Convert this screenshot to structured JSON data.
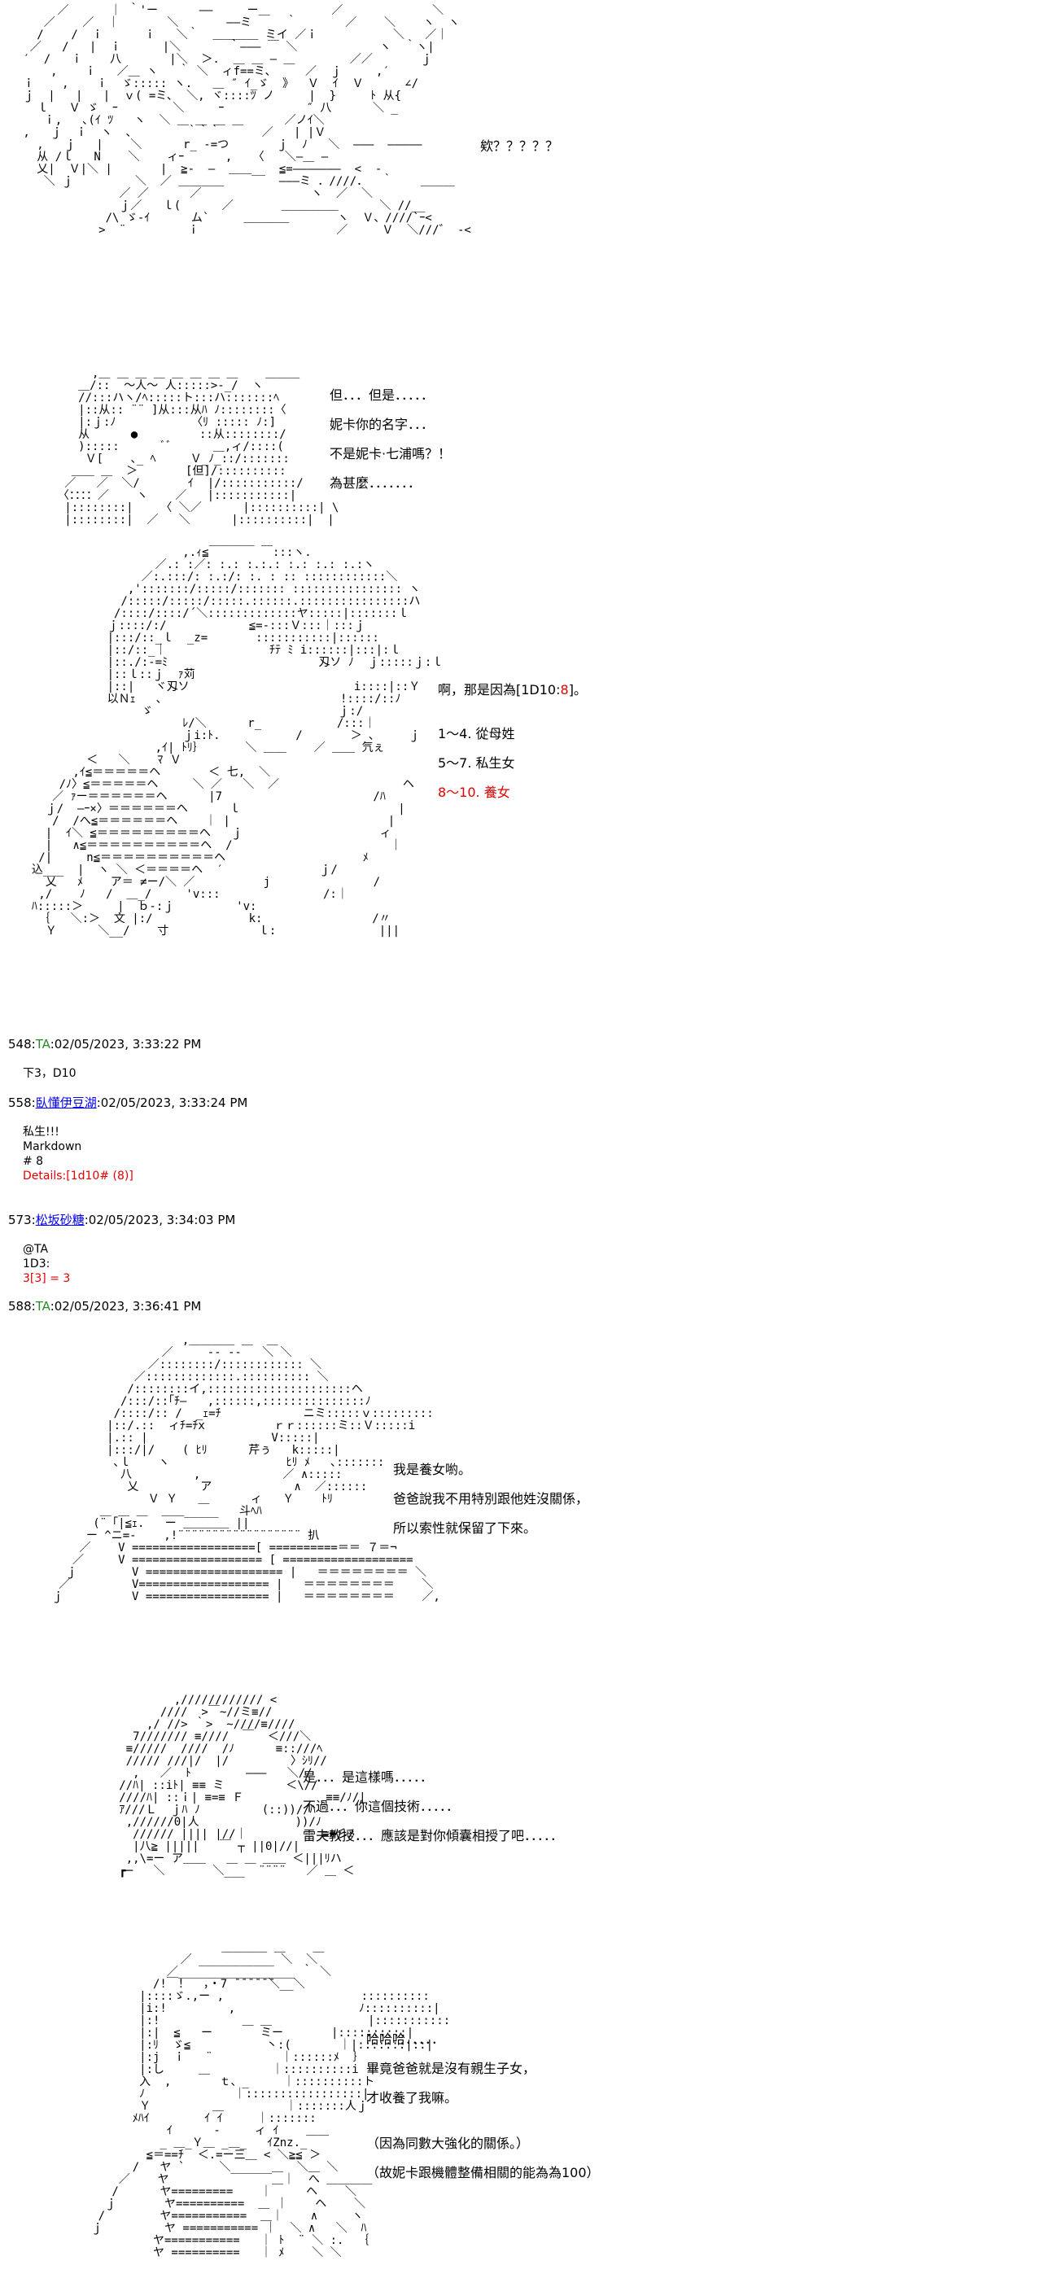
{
  "scene1": {
    "speech": "欸？？？？？"
  },
  "scene2": {
    "lines": [
      "但．．．但是．．．．．",
      "妮卡你的名字．．．",
      "不是妮卡·七浦嗎？！",
      "為甚麼．．．．．．．"
    ]
  },
  "scene3": {
    "line1_prefix": "啊，那是因為[1D10:",
    "line1_value": "8",
    "line1_suffix": "]。",
    "options": [
      {
        "text": "1～4. 從母姓",
        "highlight": false
      },
      {
        "text": "5～7. 私生女",
        "highlight": false
      },
      {
        "text": "8～10. 養女",
        "highlight": true
      }
    ]
  },
  "posts": [
    {
      "number": "548:",
      "name": "TA",
      "name_style": "green",
      "timestamp": ":02/05/2023, 3:33:22 PM",
      "body": [
        {
          "text": "下3，D10",
          "red": false
        }
      ]
    },
    {
      "number": "558:",
      "name": "臥懂伊豆湖",
      "name_style": "link",
      "timestamp": ":02/05/2023, 3:33:24 PM",
      "body": [
        {
          "text": "私生!!!",
          "red": false
        },
        {
          "text": "Markdown",
          "red": false
        },
        {
          "text": "# 8",
          "red": false
        },
        {
          "text": "Details:[1d10# (8)]",
          "red": true
        }
      ]
    },
    {
      "number": "573:",
      "name": "松坂砂糖",
      "name_style": "link",
      "timestamp": ":02/05/2023, 3:34:03 PM",
      "body": [
        {
          "text": "@TA",
          "red": false
        },
        {
          "text": "1D3:",
          "red": false
        },
        {
          "text": "3[3] = 3",
          "red": true
        }
      ]
    },
    {
      "number": "588:",
      "name": "TA",
      "name_style": "green",
      "timestamp": ":02/05/2023, 3:36:41 PM",
      "body": []
    }
  ],
  "scene4": {
    "lines": [
      "我是養女喲。",
      "爸爸說我不用特別跟他姓沒關係，",
      "所以索性就保留了下來。"
    ]
  },
  "scene5": {
    "lines": [
      "是．．．是這樣嗎．．．．．",
      "不過．．．你這個技術．．．．．",
      "雷夫教授．．．應該是對你傾囊相授了吧．．．．．"
    ]
  },
  "scene6": {
    "lines": [
      "哈哈哈．．．．．",
      "畢竟爸爸就是沒有親生子女，",
      "才收養了我嘛。",
      "",
      "（因為同數大強化的關係。）",
      "（故妮卡跟機體整備相關的能為為100）"
    ]
  },
  "art": {
    "a1": "      ／      ｜ ｀'ー      ――     ー＿         ／             ＼\n    ／    ／  ｜       ＼       ――ミ     ｀       ／    ＼    ヽ  ヽ\n   /    /  ｉ      ｉ   ＼｀  ＿＿＿＿ ミイ ／ｉ           ＼   ／｜\n  ／   /   |  ｉ      |＼       ｀――― ￣ ＼            ヽ  ｀ヽ|\n ′  /   ｉ    八       |＼  ＞.  ＿ ＿ ― ＿        ／／       ｊ\n     ,    ｉ   ／＿ ヽ   ｀ ＼  ィf==ミ､     ／  ｊ     ,′\n ｉ    ,    ｉ  ゞ::::: ヽ.   ＿ ″ ｲ_ゞ  》  Ｖ  ｲ  Ｖ      ∠/\n ｊ  |   |   |  ｖ( =ミ､  ＼, ヾ::::ﾂ ノ     |  }     ﾄ 从{\n   ｌ   Ｖ ゞ  ｰ        ＼     ｰ            ″ 八      ＼ _\n    ｉ,   ､(ｲ ﾂ   ヽ  ＼ ＿ ＿ ＿ ＿      ／ノｲ＼\n ,   ｊ  ｉ  ヽ  ､        ｀｀｀      ／   | |Ｖ\n   ,   ｊ   |    ＼      r_ -=つ       ｊ  ﾉ   ＼  ―――  ―――――\n   从 /ｌ   N    ＼    ィｰ      ,   〈   ＼―＿ ―\n   乂|  Ｖ|＼ |       |  ≧-  ―  ＿＿__  ≦=―――――――  <  -\n    ＼ ｊ         ＼  ／ ＿＿＿＿        ―――ミ ．////．  ｀    ＿＿＿\n               ／ ／      ／                ヽ  ／  ＼\n               ｊ／   ｌ(      ／       ＿＿＿＿＿      ＼ //__\n             /\\ ゞ-ｲ      ム`     ＿＿＿＿       ヽ  Ｖ、////`ｰ<\n            >  ¨         ｉ                    ／     Ｖ  ＼///゛ ‐<",
    "a2": "       ,＿ ＿ ＿ ＿ ＿ ＿ ＿ ＿    ＿＿＿\n     ＿/::  〜人〜 人:::::>-_/  ヽ\n     //:::ハヽ/ﾍ:::::ト:::ハ:::::::ﾍ\n     |::从:: ¨¨ ]从:::从ﾊ ﾉ::::::::〈\n     |:ｊ:ﾉ           〈ﾘ ::::: ﾉ:]\n     从      ●         ::从::::::::/\n     ):::::      ﾞﾞ      ＿,ィ/::::(\n      Ｖ[    ､_ ﾍ     Ｖ_ﾉ_::/:::::::\n    ＿＿ ＿  ＞       [但]/::::::::::\n   ／   ／  ＼/       ｲ  |/:::::::::::/\n  〈：：：：／    ヽ    ／   |:::::::::::|\n   |::::::::|    〈 ＼／      |::::::::::| \\\n   |::::::::|  ／   ＼      |::::::::::|  |",
    "a3": "                        ,.ｨ≦￣￣￣￣ ￣:::ヽ.\n                    ／.: :／: :.: :.:.: :.: :.: :.:ヽ\n                  ／:.:::/: :.:/: :. : :: ::::::::::::＼\n                ,':::::::/:::::/::::::: :::::::::::::::: ヽ\n               /:::::/:::::/:::::.::::::.::::::::::::::::ハ\n              /::::/::::/´＼:::::::::::::ヤ:::::|:::::::ｌ\n             ｊ::::/:/            ≦=-:::Ｖ:::｜:::ｊ\n             |:::/::_ｌ  _z=       :::::::::::|::::::\n             |::/::_｜               ﾁﾃ ﾐ i::::::|:::|:ｌ\n             |::./:-=ﾐ                      刄ソ ﾉ  ｊ:::::ｊ:ｌ\n             |::ｌ::ｊ  ｧ苅\n             |::|   ヾ刄ソ                        i::::|::Ｙ\n             以Ｎｪ   ､                          !::::/::ﾉ\n                  ゞ                           ｊ:/\n                        ﾚ/＼      r_           /:::｜\n                        ｊi:ﾄ.           /       ＞ ､     ｊ\n                    ,ｲ| ﾄﾘ｝      ＼ ＿＿    ／ ＿＿ 氕ぇ\n          ＜   ＼    ﾏ Ｖ\n        ,ｲ≦＝＝＝＝＝ヘ       ＜ 七,  ＼\n      /ﾉ〉≦＝＝＝＝＝ヘ     ＼ ／   ＼  ／                  ヘ\n     ／ ｧー＝＝＝＝＝＝ヘ      |7                      /ﾊ\n    ｊ/  ―ｰ×〉＝＝＝＝＝＝ヘ      ｌ                       |\n     /  /へ≦＝＝＝＝＝＝ヘ    ｜ |                       |\n    |  ｲ＼ ≦＝＝＝＝＝＝＝＝＝ヘ   ｊ                    ィ\n    |   ∧≦＝＝＝＝＝＝＝＝＝＝ヘ  /                       ｜\n   /|     n≦＝＝＝＝＝＝＝＝＝＝ヘ                    ﾒ\n  込___  |  ヽ ＼ ＜＝＝＝＝ヘ  ′              ｊ/\n    乂   ﾒ    ア＝ ≠ー/＼ ／          j               /\n   ,/    ﾉ   /  ＿_/     'v:::               /:｜\n  ﾊ:::::＞     |  ｂ-:ｊ         'v:\n   ｛   ＼:＞  文 |:/              k:                /〃\n    Ｙ      ＼__/    寸             ｌ:               |||",
    "a4": "                       ,＿＿＿＿ ＿  ＿\n                    ／     ‐‐ ‐‐   ＼ ＼\n                  ／::::::::/:::::::::::: ＼\n                ／:::::::::::::.:::::::::: ＼\n               /::::::::イ,:::::::::::::::::::::ヘ\n              /:::/::｢ﾁ―   ,::::::,:::::::::::::::ﾉ\n             /::::/:: /  _ｪ=ﾁ            ニミ:::::ｖ:::::::::\n            |::/.::  ィﾁ=ﾁx          ｒｒ::::::ミ::Ｖ:::::i\n            |.:: |                  V:::::|\n            |:::/|/    ( ﾋﾘ      芹ぅ   k:::::|\n             ､ｌ    ヽ                 ﾋﾘ ﾒ   ､:::::::\n              八         ,            ／ ∧:::::\n               乂         ア            ∧  ／::::::\n                  Ｖ Ｙ   ＿      ィ   Ｙ    ﾄﾘ\n           ＿ ＿ ＿  ＿＿_____   斗ﾍﾊ\n          (¨「|≦ｪ.   ー ＿＿＿＿ ||\n         ー ^ニ=-    ,!¨¨¨¨¨¨¨¨¨¨¨¨¨¨¨¨¨¨ 扒\n        ／    V ==================[ ==========＝＝ ７＝¬\n       ／     V =================== [ ===================\n      ｊ        V ==================== |   ＝＝＝＝＝＝＝＝ ＼\n     ／         V=================== |   ＝＝＝＝＝＝＝＝    ＼\n    ｊ          V ================== |   ＝＝＝＝＝＝＝＝    ／,",
    "a5": "                  ,//////////// <\n                ////  >￣~//ミ≡//\n              ,/ //> ｀>  ~////≡////\n            7/////// ≡////  ￣  ＜///＼\n           ≡/////  ////  /ﾉ      ≡::///ﾍ\n           ///// ///|/  |/         〉ｼﾘ//\n            ,   ／  ﾄ        ―――   ＼//\n          //ﾊ| ::iﾄ| ≡≡ ミ         ＜\\//\n          ////ﾊ| ::ｉ| ≡=≡ Ｆ            ≡≡/ﾉ/|\n          ｱ///Ｌ  ｊﾊ ﾉ         (::))//ﾊ\n           ,//////0|人              ))/ﾉ\n            ////// |||| |//｜           ≡≡彡/\n            |八≧ |||||   ￣ ┬ ||0|//|\n           ,,\\=ー ア＿＿   ＿ ＿ ＿＿ ＜|||ﾘハ\n          ┏─   ＼       ＼___  ¨¨¨¨   ／ ＿ ＜",
    "a6": "                        ＿＿＿＿ ＿    ＿\n                  ／ ___________ ＼  ＼\n                ／_________________ ｀ ＼\n              /!￣！  ，・7 ̄ ̄ ̄ ̄ ̄ ̄＼__＼\n            |::::ゞ.,ー ,                    ::::::::::\n            |i:!         ,                  ﾉ::::::::::|\n            |:!            ＿ ＿              |:::::::::::\n            |:|  ≦   ー       ミー       |::::::::::|\n            |:ﾘ  ゞ≦           丶:(       ｜|:::::::|::|\n            |:j  ｉ   ¨          ｜::::::ﾒ  ｝\n            |:し     ＿         ｜::::::::::i\n            入  ,       ｔ、_     ｜::::::::::ト\n            ﾉ             ｜:::::::::::::::::|\n            Ｙ         ＿         ｜:::::::人ｊ\n           ﾒﾊｲ        ｲ ｲ     ｜:::::::\n                ｲ      -     ィ ｲ    ＿＿\n               _ ＿_Ｙ＿ _＿_   ｲZnz._\n             ≦＝==ﾁ  ＜.=ー三＿ < ＼≧≦ ＞\n           /   ヤ `     ＼______＿  ＼＿ ＼\n         ／    ヤ               ＿｜  へ ＿＿＿＿\n        /      ヤ=========    ｜     ヘ    ＼\n       ｊ       ヤ==========  ＿ ｜    ヘ    ＼\n      /        ヤ===========  ＿｜    ∧     ヽ\n     ｊ         ヤ =========== ｜  ＼ ∧   ＼  ﾊ\n              ヤ===========   ｜ ﾄ  ¨ ＼ :.  ｛\n              ヤ ==========   ｜ ﾒ    ＼ ＼"
  }
}
